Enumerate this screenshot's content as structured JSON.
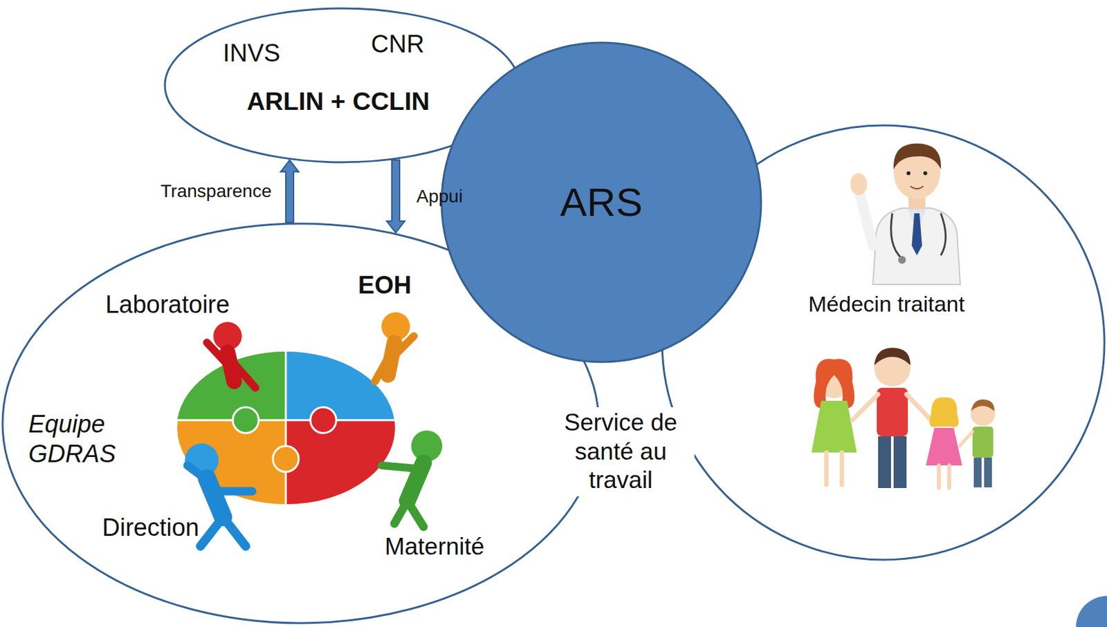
{
  "diagram": {
    "nodes": [
      {
        "text": [
          "INVS",
          "CNR",
          "ARLIN + CCLIN"
        ]
      },
      {
        "text": [
          "Laboratoire",
          "EOH",
          "Equipe GDRAS",
          "Direction",
          "Maternité"
        ]
      },
      {
        "text": [
          "ARS"
        ]
      },
      {
        "text": [
          "Médecin traitant"
        ]
      }
    ],
    "edges": [
      {
        "from": 1,
        "to": 0,
        "arrow": "to",
        "label": "Transparence"
      },
      {
        "from": 0,
        "to": 1,
        "arrow": "to",
        "label": "Appui"
      }
    ],
    "labels": [
      "Service de santé au travail"
    ]
  }
}
